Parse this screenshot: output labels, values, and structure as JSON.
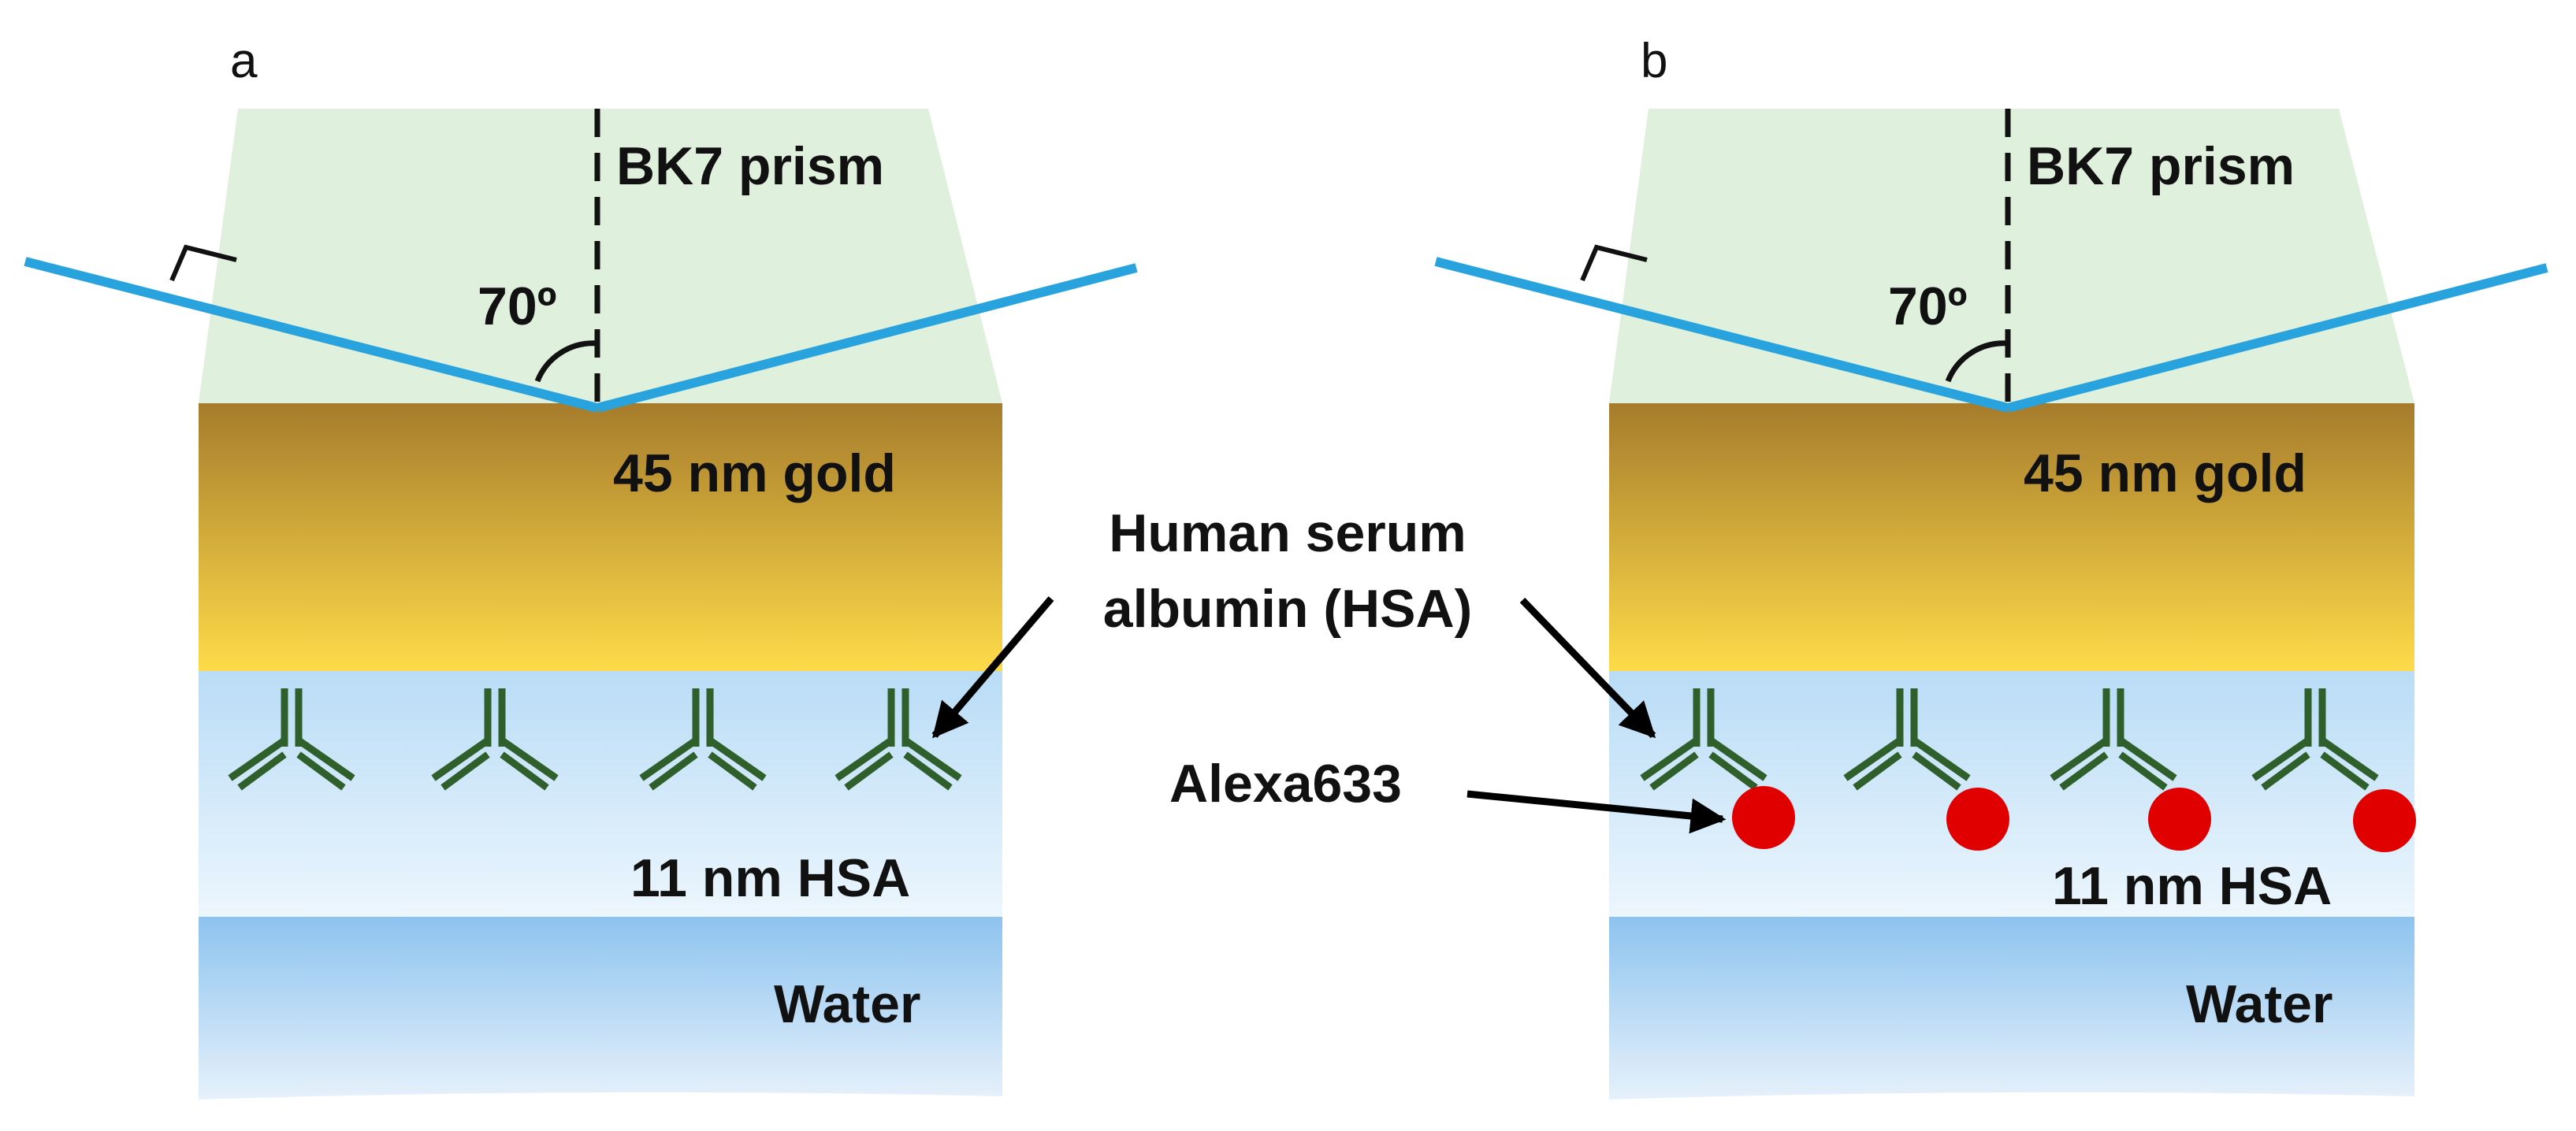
{
  "colors": {
    "prism": "#dff0dc",
    "gold_top": "#a67c2c",
    "gold_bottom": "#fedb49",
    "hsa_top": "#b9dcf6",
    "hsa_bottom": "#ecf6fd",
    "water_top": "#8dc3ef",
    "water_bottom": "#e6f1fb",
    "beam": "#29a3de",
    "antibody": "#2f5f2b",
    "dye": "#e00000",
    "arrow": "#000000"
  },
  "panels": [
    {
      "letter": "a",
      "prism_label": "BK7 prism",
      "angle_label": "70º",
      "gold_label": "45 nm gold",
      "hsa_label": "11 nm HSA",
      "water_label": "Water",
      "antibody_icon": "antibody-icon",
      "has_dye": false
    },
    {
      "letter": "b",
      "prism_label": "BK7 prism",
      "angle_label": "70º",
      "gold_label": "45 nm gold",
      "hsa_label": "11 nm HSA",
      "water_label": "Water",
      "antibody_icon": "antibody-icon",
      "dye_icon": "dye-dot-icon",
      "has_dye": true
    }
  ],
  "annotations": {
    "hsa_callout_line1": "Human serum",
    "hsa_callout_line2": "albumin (HSA)",
    "dye_callout": "Alexa633"
  }
}
